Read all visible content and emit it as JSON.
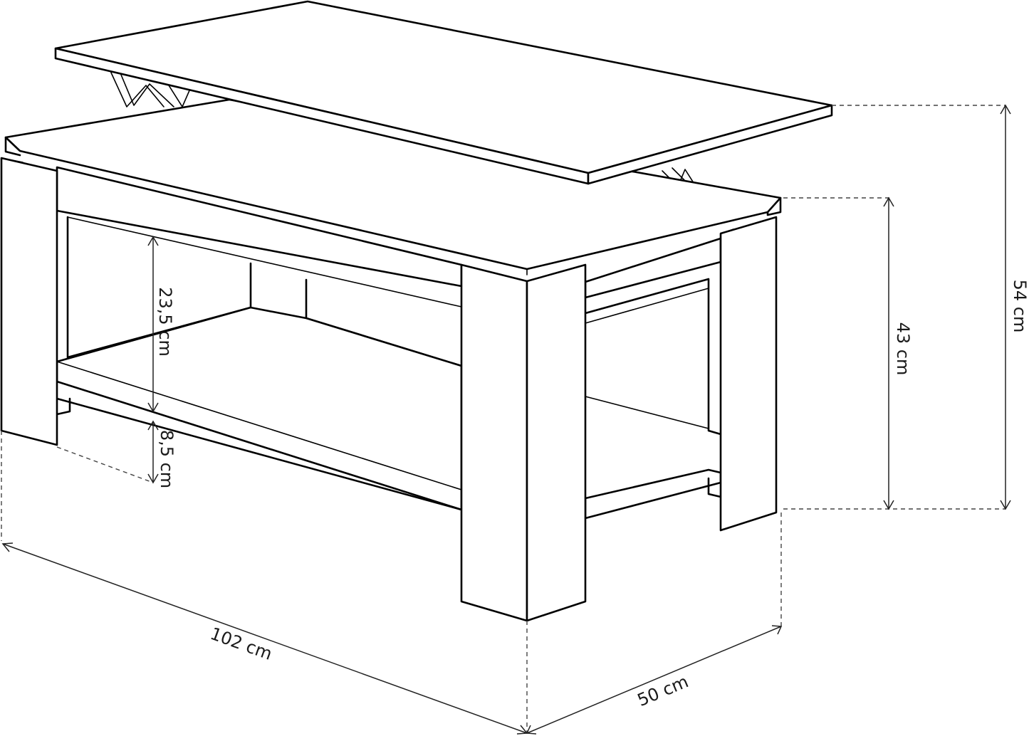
{
  "drawing": {
    "subject": "lift-top coffee table",
    "line_color": "#000000",
    "background": "#ffffff"
  },
  "dimensions": {
    "width": "102 cm",
    "depth": "50 cm",
    "table_height": "43 cm",
    "lifted_height": "54 cm",
    "shelf_clearance": "23,5 cm",
    "floor_clearance": "8,5 cm"
  }
}
